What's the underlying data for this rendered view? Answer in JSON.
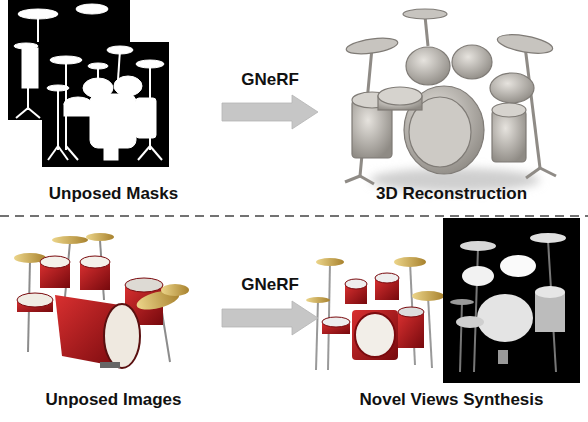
{
  "diagram": {
    "nodes": [
      {
        "text": [
          "Unposed Masks"
        ]
      },
      {
        "text": [
          "3D Reconstruction"
        ]
      },
      {
        "text": [
          "Unposed Images"
        ]
      },
      {
        "text": [
          "Novel Views Synthesis"
        ]
      }
    ],
    "edges": [
      {
        "from": 0,
        "to": 1,
        "label": "GNeRF",
        "arrow": "to"
      },
      {
        "from": 2,
        "to": 3,
        "label": "GNeRF",
        "arrow": "to"
      }
    ]
  }
}
